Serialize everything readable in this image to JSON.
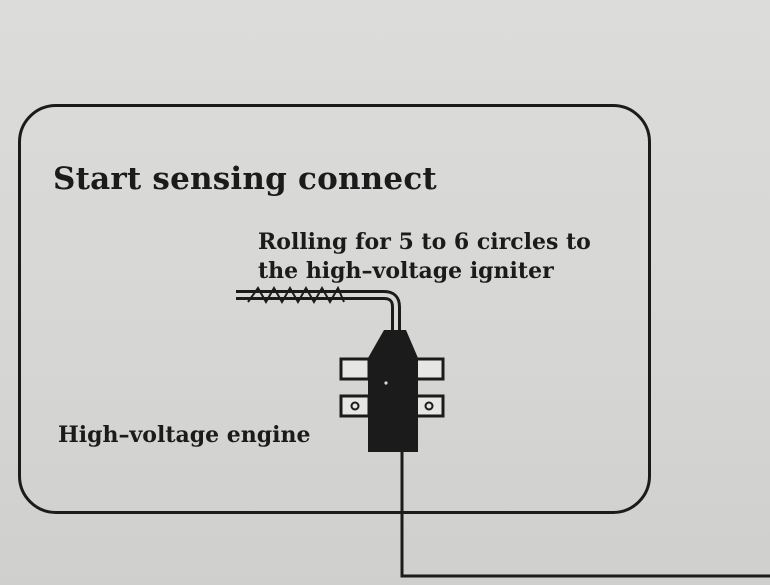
{
  "diagram": {
    "title": "Start sensing connect",
    "note_lines": [
      "Rolling for 5 to 6 circles to",
      "the high–voltage igniter"
    ],
    "engine_label": "High–voltage engine"
  }
}
